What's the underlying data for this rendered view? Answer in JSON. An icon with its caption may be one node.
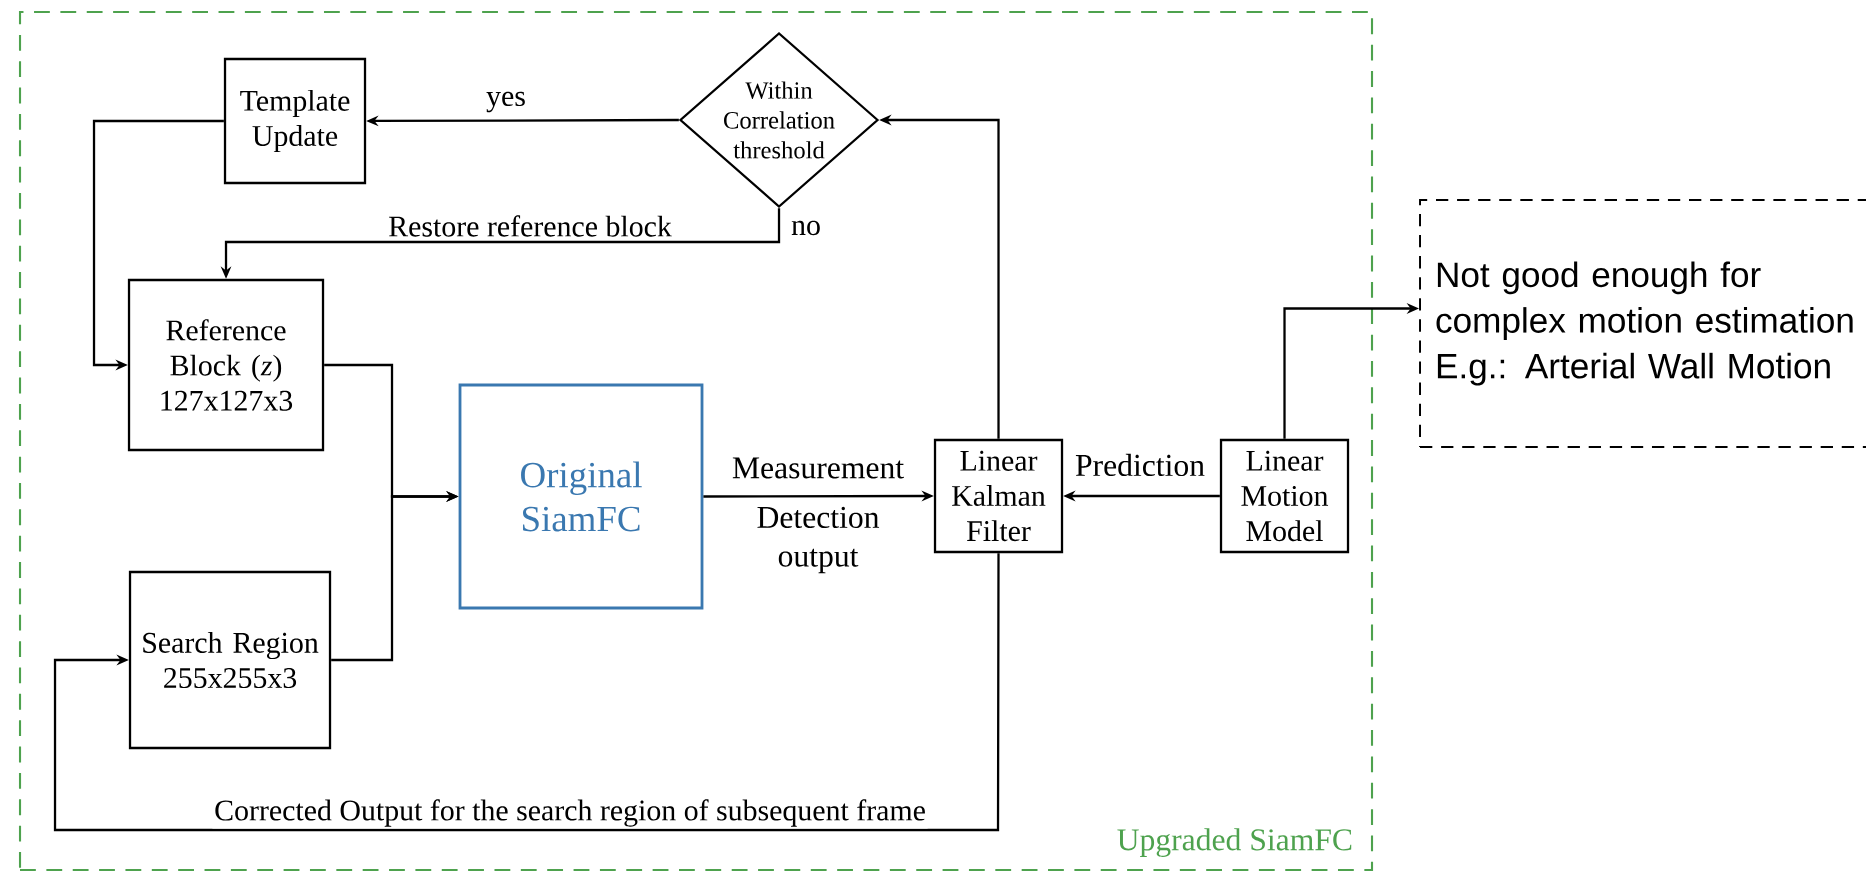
{
  "diagram": {
    "nodes": [
      {
        "text": [
          "Upgraded SiamFC"
        ]
      },
      {
        "text": [
          "Template Update"
        ],
        "in": 0
      },
      {
        "text": [
          "Within Correlation threshold"
        ],
        "in": 0
      },
      {
        "text": [
          "Reference Block (*z*) 127x127x3"
        ],
        "in": 0
      },
      {
        "text": [
          "Search Region 255x255x3"
        ],
        "in": 0
      },
      {
        "text": [
          "Original SiamFC"
        ],
        "in": 0
      },
      {
        "text": [
          "Linear Kalman Filter"
        ],
        "in": 0
      },
      {
        "text": [
          "Linear Motion Model"
        ],
        "in": 0
      },
      {
        "text": [
          "Not good enough for complex motion estimation E.g.: Arterial Wall Motion"
        ]
      }
    ],
    "edges": [
      {
        "from": 2,
        "to": 1,
        "arrow": "to",
        "label": "yes"
      },
      {
        "from": 2,
        "to": 3,
        "arrow": "to",
        "label": "no"
      },
      {
        "from": 1,
        "to": 3,
        "arrow": "to"
      },
      {
        "from": 3,
        "to": 5,
        "arrow": "to"
      },
      {
        "from": 4,
        "to": 5,
        "arrow": "to"
      },
      {
        "from": 5,
        "to": 6,
        "arrow": "to",
        "label": "Measurement"
      },
      {
        "from": 7,
        "to": 6,
        "arrow": "to",
        "label": "Prediction"
      },
      {
        "from": 6,
        "to": 2,
        "arrow": "to"
      },
      {
        "from": 6,
        "to": 4,
        "arrow": "to",
        "label": "Corrected Output for the search region of subsequent frame"
      },
      {
        "from": 7,
        "to": 8,
        "arrow": "to"
      }
    ],
    "labels": [
      "Restore reference block",
      "Detection output"
    ]
  }
}
